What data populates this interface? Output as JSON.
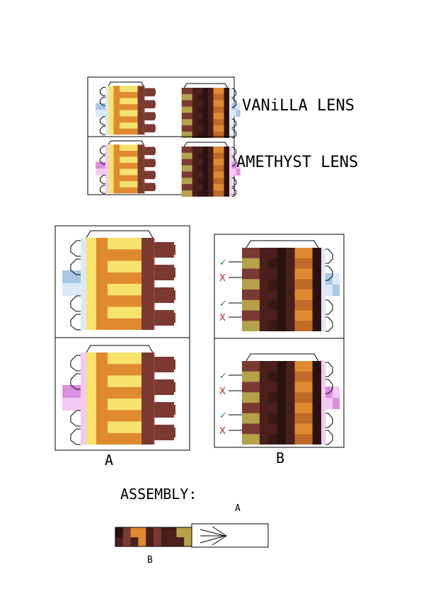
{
  "labels": {
    "vanilla": "VANiLLA  LENS",
    "amethyst": "AMETHYST  LENS",
    "panel_a": "A",
    "panel_b": "B",
    "assembly": "ASSEMBLY:",
    "assembly_a": "A",
    "assembly_b": "B"
  },
  "marks": {
    "check": "✓",
    "cross": "X"
  },
  "colors": {
    "yellow": "#f7e36b",
    "orange": "#e08a30",
    "brown": "#7a3a32",
    "dark_brown": "#4a1f1c",
    "darkest": "#2a1210",
    "olive": "#b5a14a",
    "blue_light": "#dbe9f7",
    "blue": "#a9c7e6",
    "pink_light": "#f3c8f3",
    "pink": "#dc8ee0",
    "red_line": "#d45050",
    "check_green": "#1a9a2a",
    "cross_red": "#cc2222"
  }
}
